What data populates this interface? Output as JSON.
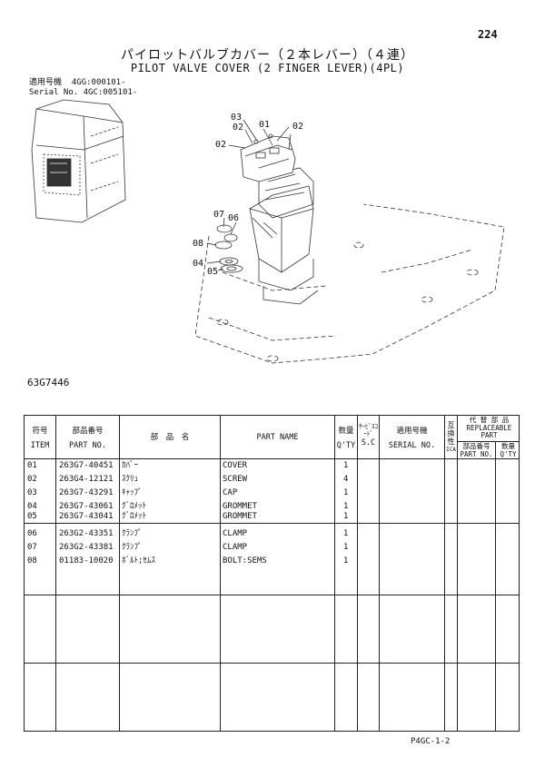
{
  "page_number": "224",
  "title_jp": "パイロットバルブカバー（２本レバー）（４連）",
  "title_en": "PILOT VALVE COVER (2 FINGER LEVER)(4PL)",
  "serial": [
    {
      "label": "適用号機",
      "value": "4GG:000101-"
    },
    {
      "label": "Serial No.",
      "value": "4GC:005101-"
    }
  ],
  "drawing_no": "63G7446",
  "callouts": [
    "01",
    "02",
    "02",
    "02",
    "03",
    "04",
    "05",
    "06",
    "07",
    "08"
  ],
  "table_header": {
    "item_jp": "符号",
    "item_en": "ITEM",
    "part_no_jp": "部品番号",
    "part_no_en": "PART NO.",
    "name_jp": "部　品　名",
    "part_name": "PART NAME",
    "qty_jp": "数量",
    "qty_en": "Q'TY",
    "sc_jp": "ｻｰﾋﾞｽｺｰﾄﾞ",
    "sc_en": "S.C",
    "serial_jp": "適用号機",
    "serial_en": "SERIAL NO.",
    "ica_jp": "互換性",
    "ica_en": "ICA",
    "repl_jp": "代 替 部 品",
    "repl_en1": "REPLACEABLE",
    "repl_en2": "PART",
    "repl_pn_jp": "部品番号",
    "repl_pn_en": "PART NO.",
    "repl_qty_jp": "数量",
    "repl_qty_en": "Q'TY"
  },
  "rows": [
    {
      "item": "01",
      "part_no": "263G7-40451",
      "name_jp": "ｶﾊﾞｰ",
      "part_name": "COVER",
      "qty": "1"
    },
    {
      "item": "02",
      "part_no": "263G4-12121",
      "name_jp": "ｽｸﾘｭ",
      "part_name": "SCREW",
      "qty": "4"
    },
    {
      "item": "03",
      "part_no": "263G7-43291",
      "name_jp": "ｷｬｯﾌﾟ",
      "part_name": "CAP",
      "qty": "1"
    },
    {
      "item": "04",
      "part_no": "263G7-43061",
      "name_jp": "ｸﾞﾛﾒｯﾄ",
      "part_name": "GROMMET",
      "qty": "1"
    },
    {
      "item": "05",
      "part_no": "263G7-43041",
      "name_jp": "ｸﾞﾛﾒｯﾄ",
      "part_name": "GROMMET",
      "qty": "1"
    },
    {
      "item": "06",
      "part_no": "263G2-43351",
      "name_jp": "ｸﾗﾝﾌﾟ",
      "part_name": "CLAMP",
      "qty": "1"
    },
    {
      "item": "07",
      "part_no": "263G2-43381",
      "name_jp": "ｸﾗﾝﾌﾟ",
      "part_name": "CLAMP",
      "qty": "1"
    },
    {
      "item": "08",
      "part_no": "01183-10020",
      "name_jp": "ﾎﾞﾙﾄ;ｾﾑｽ",
      "part_name": "BOLT:SEMS",
      "qty": "1"
    }
  ],
  "footer_code": "P4GC-1-2"
}
